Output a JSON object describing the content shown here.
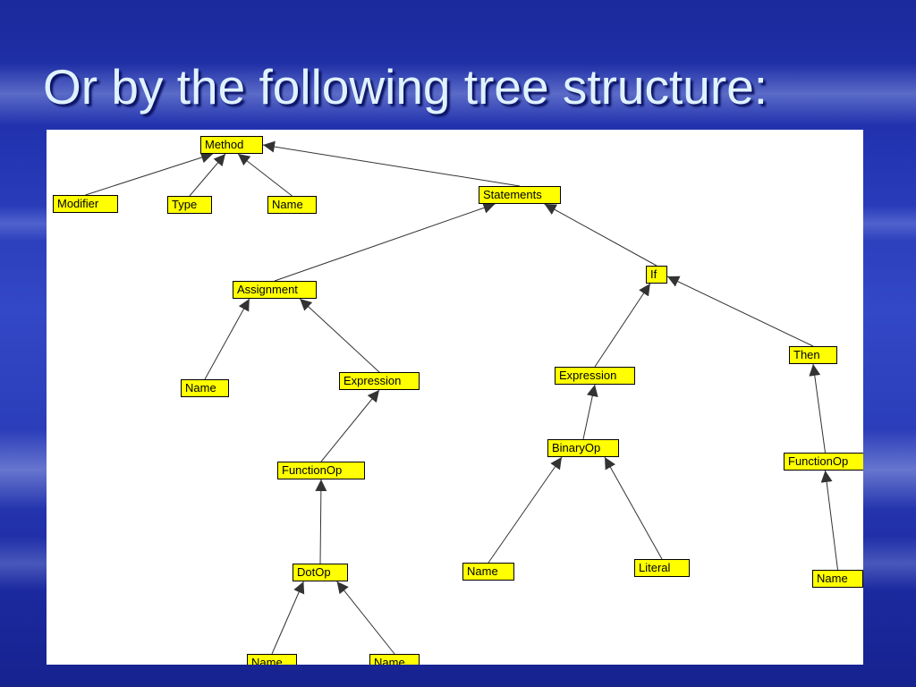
{
  "slide": {
    "title": "Or by the following tree structure:"
  },
  "colors": {
    "node_fill": "#ffff00",
    "node_border": "#000000",
    "edge": "#333333",
    "title_text": "#dff2ff"
  },
  "tree": {
    "nodes": [
      {
        "id": "method",
        "label": "Method"
      },
      {
        "id": "modifier",
        "label": "Modifier"
      },
      {
        "id": "type",
        "label": "Type"
      },
      {
        "id": "name1",
        "label": "Name"
      },
      {
        "id": "statements",
        "label": "Statements"
      },
      {
        "id": "assignment",
        "label": "Assignment"
      },
      {
        "id": "if",
        "label": "If"
      },
      {
        "id": "name2",
        "label": "Name"
      },
      {
        "id": "expression1",
        "label": "Expression"
      },
      {
        "id": "expression2",
        "label": "Expression"
      },
      {
        "id": "then",
        "label": "Then"
      },
      {
        "id": "functionop1",
        "label": "FunctionOp"
      },
      {
        "id": "binaryop",
        "label": "BinaryOp"
      },
      {
        "id": "functionop2",
        "label": "FunctionOp"
      },
      {
        "id": "dotop",
        "label": "DotOp"
      },
      {
        "id": "name3",
        "label": "Name"
      },
      {
        "id": "literal",
        "label": "Literal"
      },
      {
        "id": "name4",
        "label": "Name"
      },
      {
        "id": "name5",
        "label": "Name"
      },
      {
        "id": "name6",
        "label": "Name"
      }
    ],
    "edges": [
      {
        "from": "modifier",
        "to": "method"
      },
      {
        "from": "type",
        "to": "method"
      },
      {
        "from": "name1",
        "to": "method"
      },
      {
        "from": "statements",
        "to": "method"
      },
      {
        "from": "assignment",
        "to": "statements"
      },
      {
        "from": "if",
        "to": "statements"
      },
      {
        "from": "name2",
        "to": "assignment"
      },
      {
        "from": "expression1",
        "to": "assignment"
      },
      {
        "from": "functionop1",
        "to": "expression1"
      },
      {
        "from": "dotop",
        "to": "functionop1"
      },
      {
        "from": "name5",
        "to": "dotop"
      },
      {
        "from": "name6",
        "to": "dotop"
      },
      {
        "from": "expression2",
        "to": "if"
      },
      {
        "from": "then",
        "to": "if"
      },
      {
        "from": "binaryop",
        "to": "expression2"
      },
      {
        "from": "name3",
        "to": "binaryop"
      },
      {
        "from": "literal",
        "to": "binaryop"
      },
      {
        "from": "functionop2",
        "to": "then"
      },
      {
        "from": "name4",
        "to": "functionop2"
      }
    ]
  }
}
